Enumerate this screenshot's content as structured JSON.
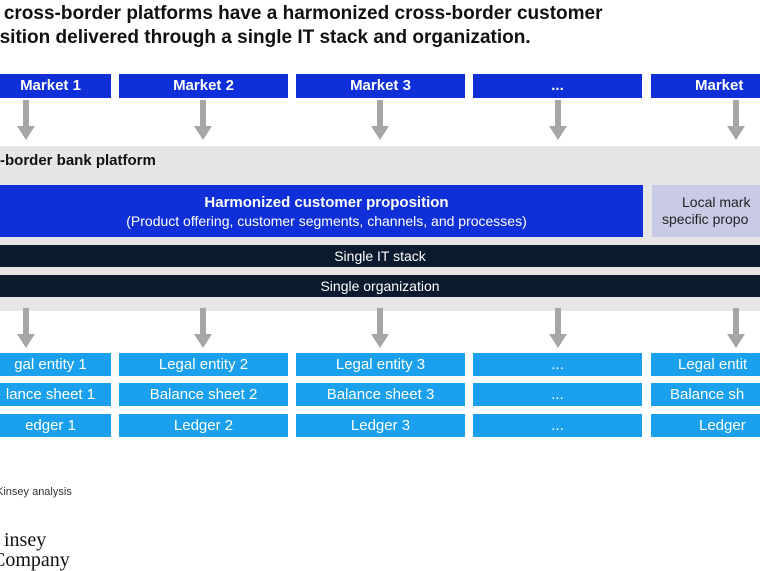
{
  "title": {
    "line1": "e cross-border platforms have a harmonized cross-border customer",
    "line2": "osition delivered through a single IT stack and organization."
  },
  "markets": [
    "Market 1",
    "Market 2",
    "Market 3",
    "...",
    "Market"
  ],
  "platform": {
    "label": "-border bank platform",
    "harmonized_title": "Harmonized customer proposition",
    "harmonized_sub": "(Product offering, customer segments, channels, and processes)",
    "local_line1": "Local mark",
    "local_line2": "specific propo",
    "it_stack": "Single IT stack",
    "organization": "Single organization"
  },
  "entities": {
    "legal": [
      "gal entity 1",
      "Legal entity 2",
      "Legal entity 3",
      "...",
      "Legal entit"
    ],
    "balance": [
      "lance sheet 1",
      "Balance sheet 2",
      "Balance sheet 3",
      "...",
      "Balance sh"
    ],
    "ledger": [
      "edger 1",
      "Ledger 2",
      "Ledger 3",
      "...",
      "Ledger"
    ]
  },
  "source": "Kinsey analysis",
  "logo": {
    "line1": "insey",
    "line2": "Company"
  },
  "colors": {
    "market_blue": "#0f2fd9",
    "cell_blue": "#1aa0ec",
    "dark": "#0b1a2e",
    "gray": "#e6e6e6",
    "arrow": "#a6a6a6"
  }
}
